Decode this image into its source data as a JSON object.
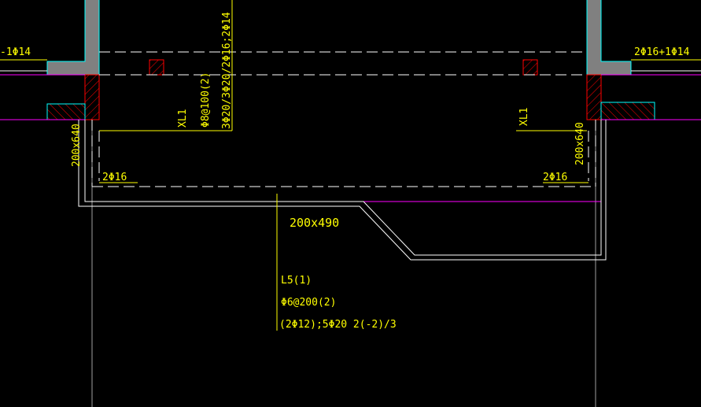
{
  "colors": {
    "background": "#000000",
    "annotation": "#ffff00",
    "wall_fill": "#808080",
    "wall_edge": "#00ffff",
    "section_hatch": "#ff0000",
    "beam_edge": "#ffffff",
    "slab_line": "#ff00ff",
    "axis_line": "#a0a0a0"
  },
  "labels": {
    "top_left_rebar": "-1Φ14",
    "top_right_rebar": "2Φ16+1Φ14",
    "left_lintel_id": "XL1",
    "left_lintel_stirrup": "Φ8@100(2)",
    "left_lintel_main": "3Φ20/3Φ20/2Φ16;2Φ14",
    "right_lintel_id": "XL1",
    "left_column_size": "200x640",
    "right_column_size": "200x640",
    "left_bottom_rebar": "2Φ16",
    "right_bottom_rebar": "2Φ16",
    "beam_size": "200x490",
    "beam_id": "L5(1)",
    "beam_stirrup": "Φ6@200(2)",
    "beam_main": "(2Φ12);5Φ20 2(-2)/3"
  }
}
